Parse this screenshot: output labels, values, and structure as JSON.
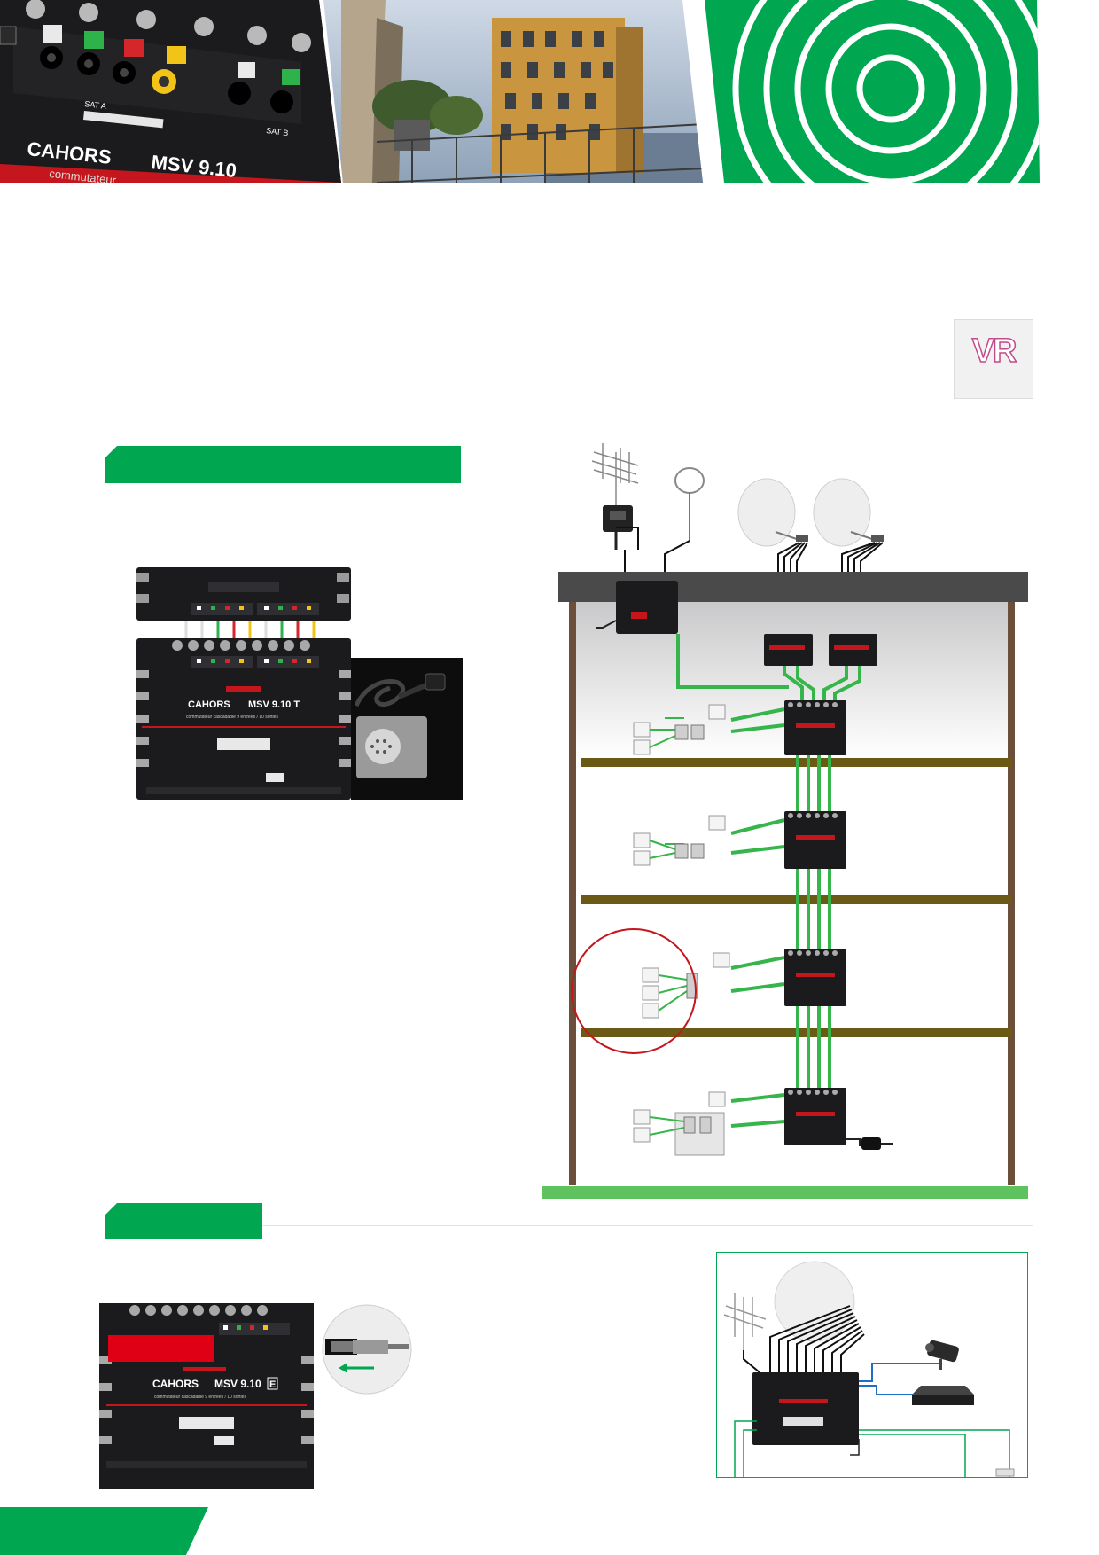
{
  "banner": {
    "device_brand": "CAHORS",
    "device_model": "MSV 9.10",
    "device_caption": "commutateur",
    "sat_a_label": "SAT A",
    "sat_b_label": "SAT B",
    "colors": {
      "green": "#00a650",
      "dark": "#1b1b1d",
      "red": "#c4161c"
    }
  },
  "vr_badge": {
    "text": "VR"
  },
  "section1": {
    "colors": {
      "tab": "#00a650"
    }
  },
  "product1": {
    "brand": "CAHORS",
    "model": "MSV 9.10 T",
    "subtitle": "commutateur cascadable 9 entrées / 10 sorties"
  },
  "product2": {
    "brand": "CAHORS",
    "model": "MSV 9.10",
    "model_suffix": "E",
    "subtitle": "commutateur cascadable 9 entrées / 10 sorties"
  },
  "building": {
    "floors": 4,
    "colors": {
      "wall": "#6b4f3a",
      "floor": "#6b5a16",
      "cable_green": "#35b54a",
      "ground": "#5ec25e",
      "roof": "#4a4a4a",
      "highlight": "#c4161c"
    }
  },
  "section2": {},
  "diagram2": {
    "colors": {
      "frame": "#00a650",
      "blue_cable": "#1c6fc4"
    }
  }
}
